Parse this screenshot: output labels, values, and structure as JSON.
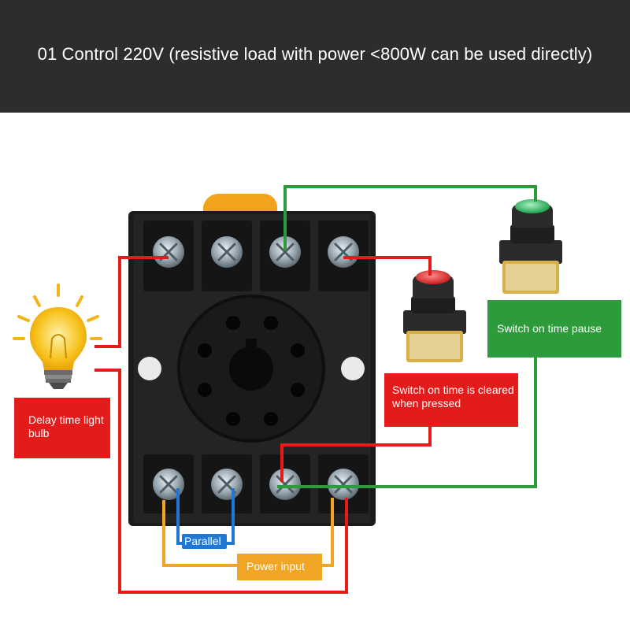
{
  "header": {
    "title": "01 Control 220V (resistive load with power <800W can be used directly)",
    "background": "#2f2c2c"
  },
  "labels": {
    "bulb": "Delay time light bulb",
    "red_switch": "Switch on time is cleared when pressed",
    "green_switch": "Switch on time pause",
    "parallel": "Parallel",
    "power_input": "Power input"
  },
  "colors": {
    "red_wire": "#e31b1b",
    "green_wire": "#2d9a3c",
    "blue_wire": "#1e78d4",
    "orange_wire": "#f0a525",
    "relay_base": "#1b1b1b",
    "red_button": "#e53030",
    "green_button": "#39c26a"
  },
  "components": {
    "bulb_icon": "light-bulb-icon",
    "relay_socket": "relay-socket-icon",
    "red_pushbutton": "red-pushbutton-icon",
    "green_pushbutton": "green-pushbutton-icon"
  }
}
